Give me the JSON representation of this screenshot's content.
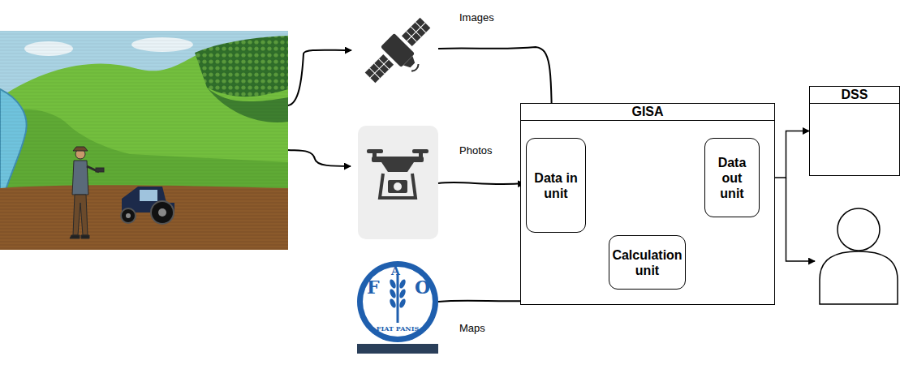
{
  "diagram": {
    "nodes": [
      {
        "text": [
          "GISA"
        ]
      },
      {
        "text": [
          "Data in unit"
        ],
        "in": 0
      },
      {
        "text": [
          "Calculation unit"
        ],
        "in": 0
      },
      {
        "text": [
          "Data out unit"
        ],
        "in": 0
      },
      {
        "text": [
          "DSS"
        ]
      }
    ],
    "edges": [
      {
        "from": 1,
        "to": 2,
        "arrow": "to"
      },
      {
        "from": 2,
        "to": 3,
        "arrow": "to"
      },
      {
        "from": 3,
        "to": 1,
        "arrow": "to"
      },
      {
        "from": 3,
        "to": 4,
        "arrow": "to"
      }
    ],
    "labels": [
      "Images",
      "Photos",
      "Maps",
      "F",
      "A",
      "O",
      "FIAT PANIS"
    ]
  }
}
